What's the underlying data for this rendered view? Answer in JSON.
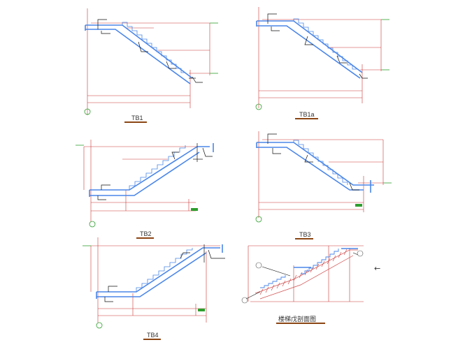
{
  "drawings": [
    {
      "id": "tb1",
      "title": "TB1"
    },
    {
      "id": "tb1a",
      "title": "TB1a"
    },
    {
      "id": "tb2",
      "title": "TB2"
    },
    {
      "id": "tb3",
      "title": "TB3"
    },
    {
      "id": "tb4",
      "title": "TB4"
    },
    {
      "id": "section",
      "title": "楼梯戊剖面图"
    }
  ],
  "arrow_glyph": "←",
  "colors": {
    "slab": "#4a86e8",
    "dim": "#cc3333",
    "leader": "#111111",
    "level": "#2e9e2e",
    "title_underline": "#8b4513",
    "hatch": "#d04a4a"
  }
}
